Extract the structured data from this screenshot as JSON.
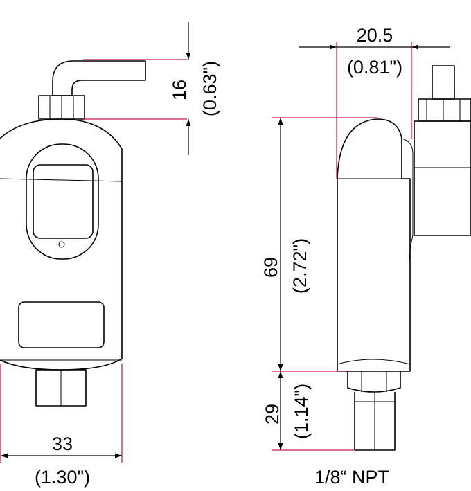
{
  "colors": {
    "extension_line": "#d4145a",
    "outline": "#000000"
  },
  "dimensions": {
    "fitting_height": {
      "mm": "16",
      "inch": "(0.63\")"
    },
    "side_width": {
      "mm": "20.5",
      "inch": "(0.81\")"
    },
    "body_height": {
      "mm": "69",
      "inch": "(2.72\")"
    },
    "thread_length": {
      "mm": "29",
      "inch": "(1.14\")"
    },
    "front_width": {
      "mm": "33",
      "inch": "(1.30\")"
    }
  },
  "thread_label": "1/8“ NPT"
}
